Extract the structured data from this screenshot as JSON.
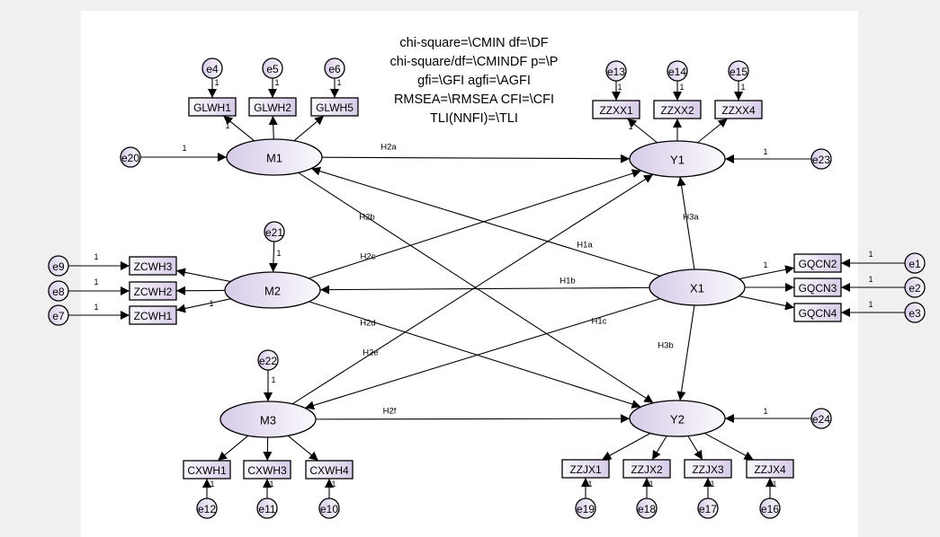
{
  "stats": [
    "chi-square=\\CMIN df=\\DF",
    "chi-square/df=\\CMINDF p=\\P",
    "gfi=\\GFI agfi=\\AGFI",
    "RMSEA=\\RMSEA CFI=\\CFI",
    "TLI(NNFI)=\\TLI"
  ],
  "latents": {
    "M1": "M1",
    "M2": "M2",
    "M3": "M3",
    "X1": "X1",
    "Y1": "Y1",
    "Y2": "Y2"
  },
  "indicators": {
    "GLWH1": "GLWH1",
    "GLWH2": "GLWH2",
    "GLWH5": "GLWH5",
    "ZZXX1": "ZZXX1",
    "ZZXX2": "ZZXX2",
    "ZZXX4": "ZZXX4",
    "ZCWH3": "ZCWH3",
    "ZCWH2": "ZCWH2",
    "ZCWH1": "ZCWH1",
    "GQCN2": "GQCN2",
    "GQCN3": "GQCN3",
    "GQCN4": "GQCN4",
    "CXWH1": "CXWH1",
    "CXWH3": "CXWH3",
    "CXWH4": "CXWH4",
    "ZZJX1": "ZZJX1",
    "ZZJX2": "ZZJX2",
    "ZZJX3": "ZZJX3",
    "ZZJX4": "ZZJX4"
  },
  "errors": {
    "e1": "e1",
    "e2": "e2",
    "e3": "e3",
    "e4": "e4",
    "e5": "e5",
    "e6": "e6",
    "e7": "e7",
    "e8": "e8",
    "e9": "e9",
    "e10": "e10",
    "e11": "e11",
    "e12": "e12",
    "e13": "e13",
    "e14": "e14",
    "e15": "e15",
    "e16": "e16",
    "e17": "e17",
    "e18": "e18",
    "e19": "e19",
    "e20": "e20",
    "e21": "e21",
    "e22": "e22",
    "e23": "e23",
    "e24": "e24"
  },
  "paths": {
    "H1a": "H1a",
    "H1b": "H1b",
    "H1c": "H1c",
    "H2a": "H2a",
    "H2b": "H2b",
    "H2c": "H2c",
    "H2d": "H2d",
    "H2e": "H2e",
    "H2f": "H2f",
    "H3a": "H3a",
    "H3b": "H3b"
  },
  "fixed_weight": "1",
  "colors": {
    "background": "#f0f0f0",
    "canvas": "#ffffff",
    "node_fill_light": "#f4f0fa",
    "node_fill_dark": "#d8cce8",
    "stroke": "#000000"
  }
}
